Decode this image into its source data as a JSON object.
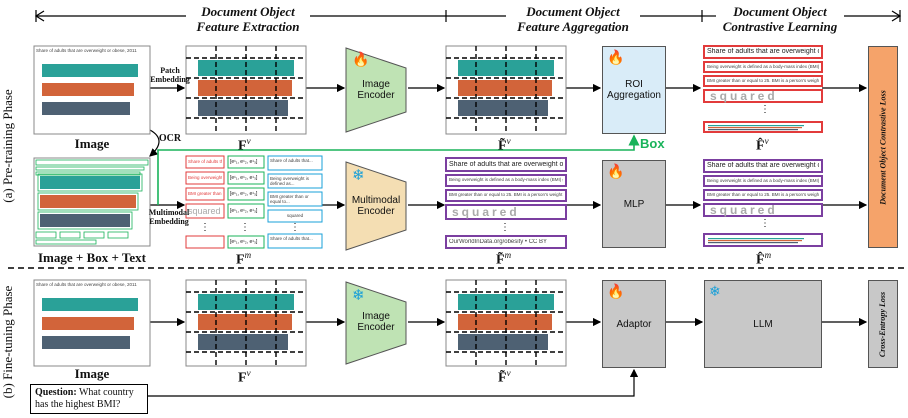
{
  "headers": {
    "extraction": "Document Object\nFeature Extraction",
    "aggregation": "Document Object\nFeature Aggregation",
    "contrastive": "Document Object\nContrastive Learning"
  },
  "phases": {
    "pretraining": "(a) Pre-training Phase",
    "finetuning": "(b) Fine-tuning Phase"
  },
  "inputs": {
    "image_caption": "Image",
    "image_box_text_caption": "Image + Box + Text",
    "chart_title": "Share of adults that are overweight or obese, 2011",
    "chart_source": "OurWorldInData.org/obesity • CC BY"
  },
  "arrow_labels": {
    "patch_embedding": "Patch\nEmbedding",
    "ocr": "OCR",
    "multimodal_embedding": "Multimodal\nEmbedding",
    "box": "Box"
  },
  "modules": {
    "image_encoder": "Image\nEncoder",
    "multimodal_encoder": "Multimodal\nEncoder",
    "roi_aggregation": "ROI\nAggregation",
    "mlp": "MLP",
    "adaptor": "Adaptor",
    "llm": "LLM"
  },
  "losses": {
    "contrastive": "Document Object Contrastive Loss",
    "cross_entropy": "Cross-Entropy Loss"
  },
  "features": {
    "fv": "F",
    "fv_sup": "v",
    "fm": "F",
    "fm_sup": "m",
    "fv_tilde": "F̃",
    "fm_tilde": "F̃",
    "fv_hat": "F̂",
    "fm_hat": "F̂"
  },
  "text_tokens": {
    "t1": "Share of adults that are overweight or obese, 2011",
    "t2": "Being overweight is defined as a body-mass index (BMI) greater than or equal to 25...",
    "t3": "BMI greater than or equal to 25. BMI is a person's weight in kilograms divided by...",
    "t4": "squared",
    "vec": "[e¹₁, e¹₂, e¹₃]",
    "cell_text_1": "Share of adults that...",
    "cell_text_2": "Being overweight is defined as...",
    "cell_text_3": "BMI greater than or equal to...",
    "cell_text_4": "squared",
    "cell_text_5": "Share of adults that..."
  },
  "question": {
    "label": "Question:",
    "text": " What country has the highest BMI?"
  },
  "colors": {
    "teal": "#2aa198",
    "orange": "#d2643a",
    "slate": "#4e6173",
    "green_module": "#bfe3b4",
    "tan_module": "#f4deb3",
    "blue_module": "#d9ecf8",
    "gray_module": "#c8c8c8",
    "loss_orange": "#f5a36a",
    "red": "#e23b3b",
    "purple": "#7b3fa0",
    "cyan": "#1aa0d8",
    "green_line": "#19b35a"
  },
  "icons": [
    "fire-icon",
    "snowflake-icon"
  ]
}
